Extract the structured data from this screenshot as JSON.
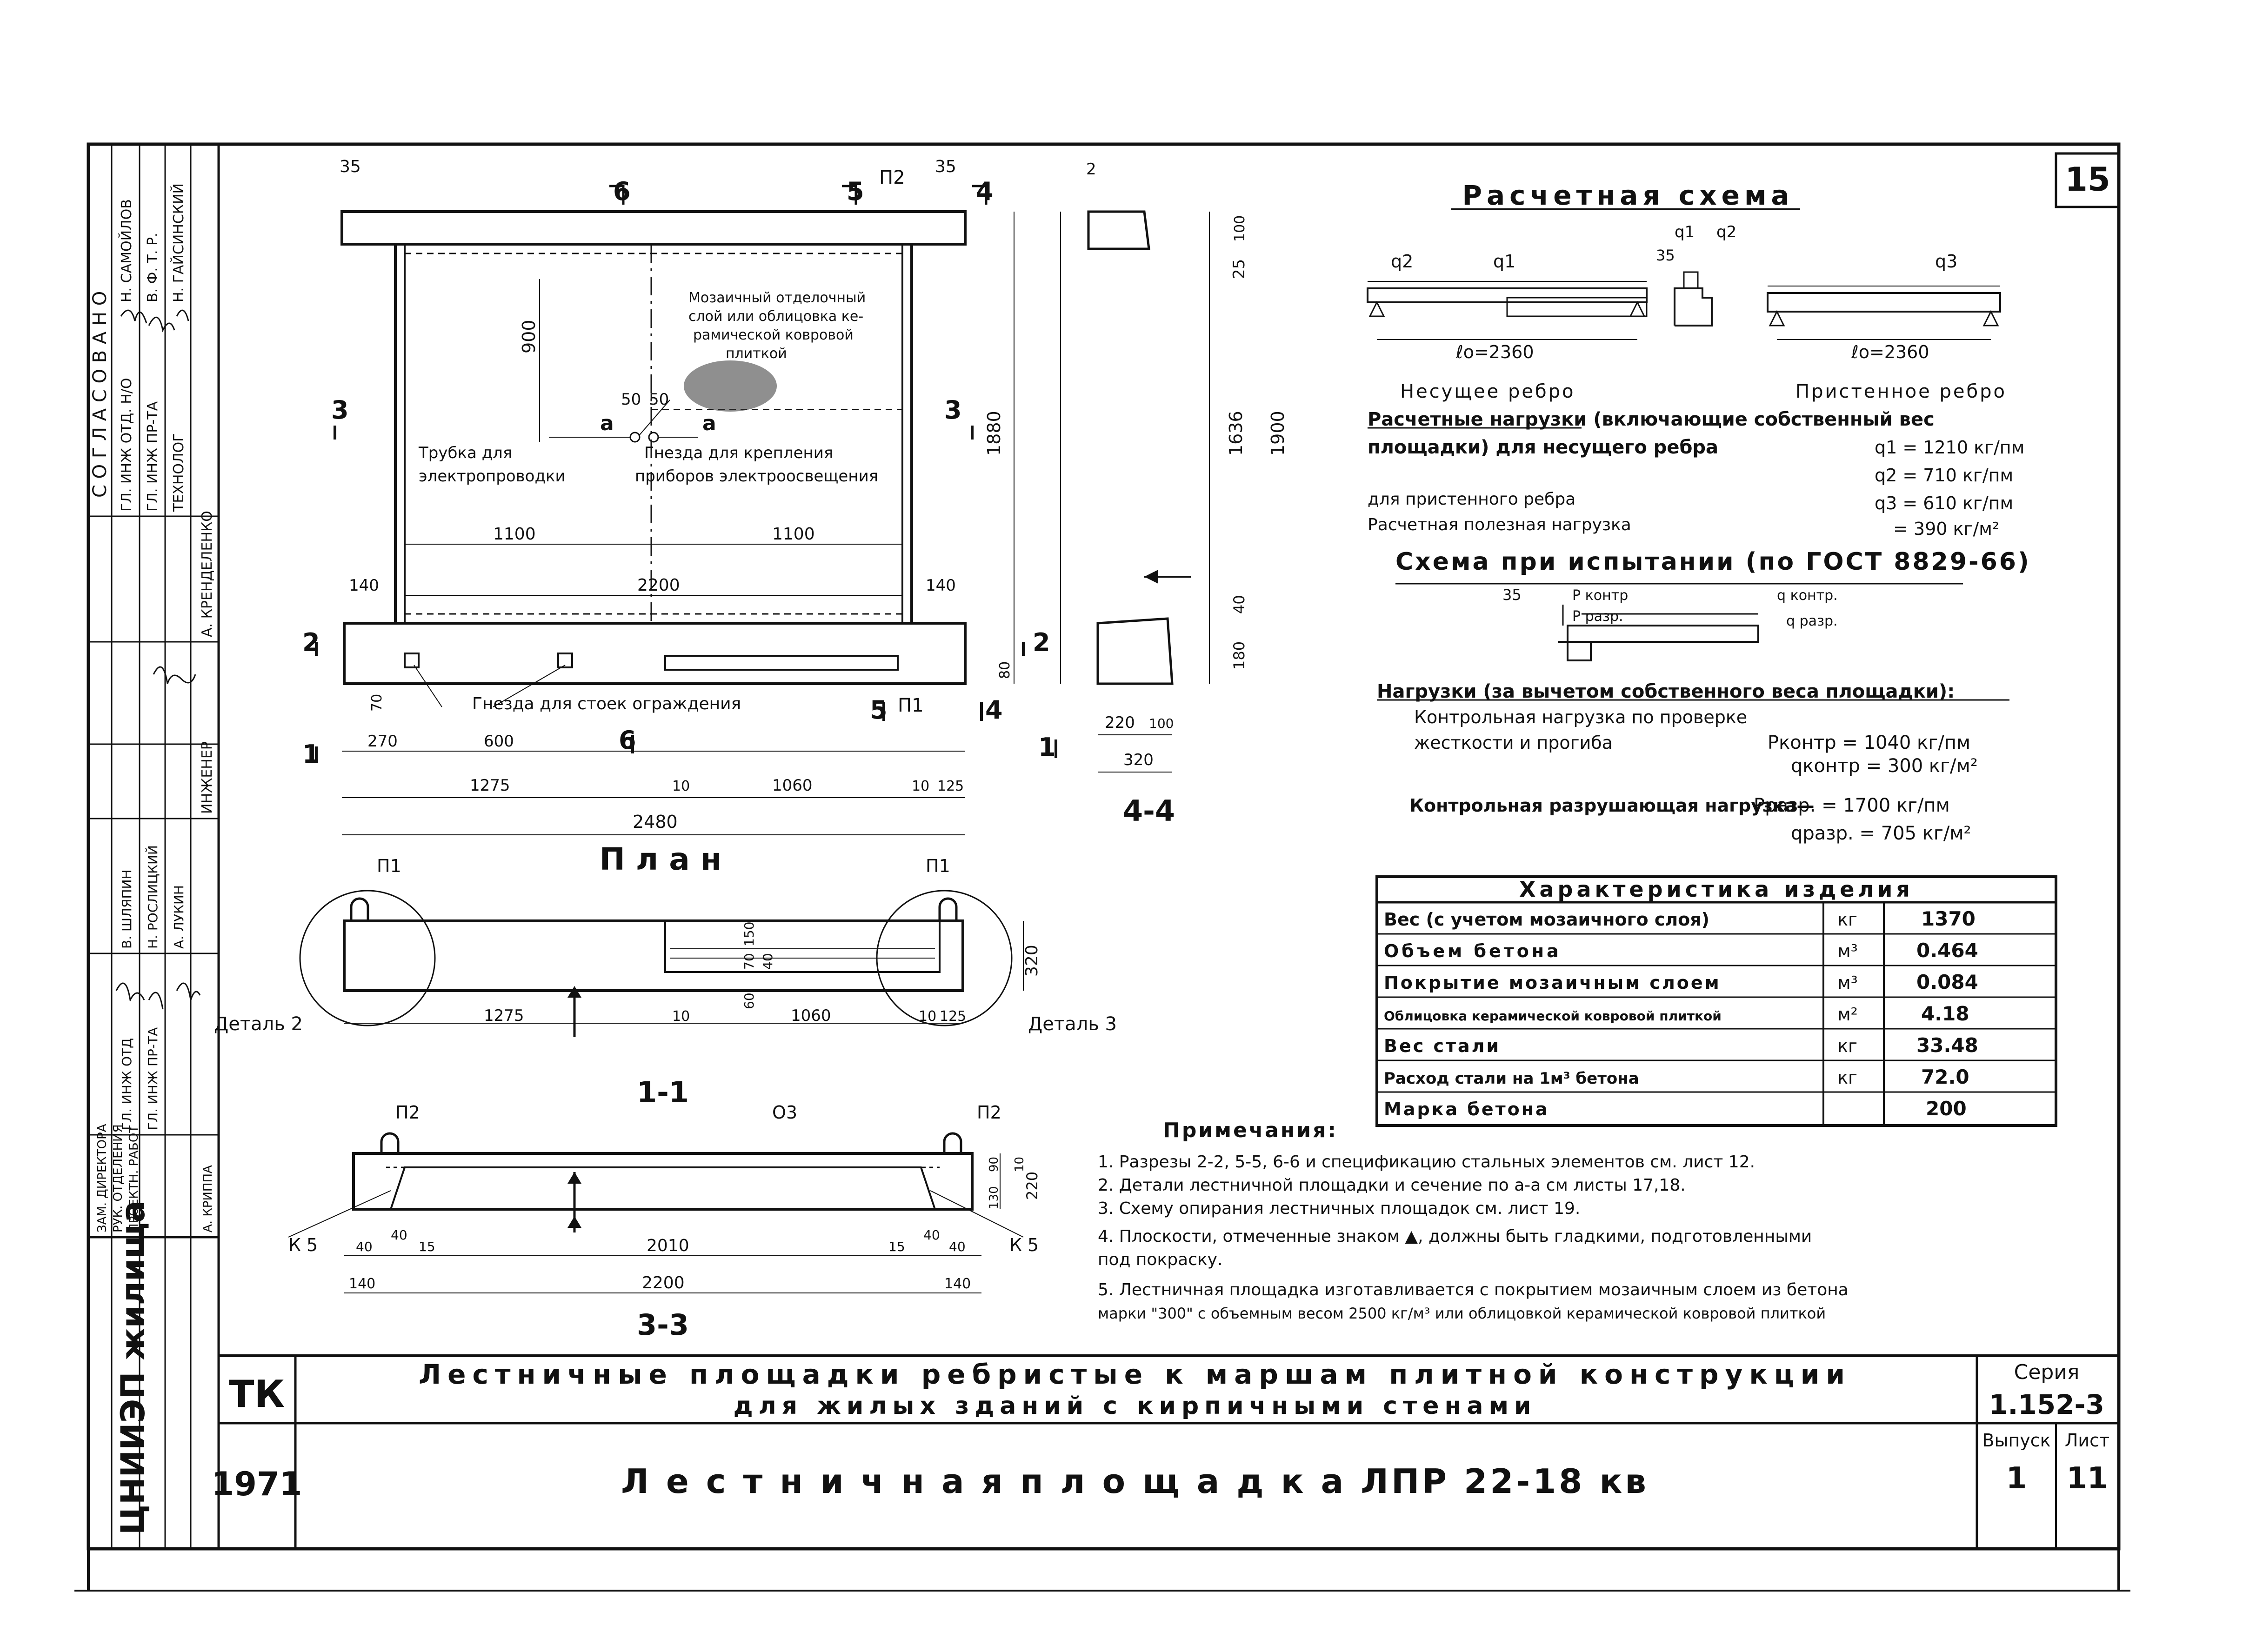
{
  "sheet": {
    "number": "15"
  },
  "side_approvals": {
    "top_caption": "С О Г Л А С О В А Н О",
    "positions": [
      "ГЛ. ИНЖ ОТД. Н/О",
      "ГЛ. ИНЖ ПР-ТА",
      "ТЕХНОЛОГ"
    ],
    "names": [
      "Н. САМОЙЛОВ",
      "В. Ф. Т. Р.",
      "Н. ГАЙСИНСКИЙ"
    ],
    "other_entries": [
      "А. КРЕНДЕЛЕНКО",
      "ИНЖЕНЕР",
      "В. ШЛЯПИН",
      "Н. РОСЛИЦКИЙ",
      "ГЛ. ИНЖ ОТД",
      "ГЛ. ИНЖ ПР-ТА",
      "А. ЛУКИН",
      "ЗАМ. ДИРЕКТОРА",
      "РУК. ОТДЕЛЕНИЯ",
      "ПРОЕКТН. РАБОТ",
      "А. КРИППА"
    ],
    "institute": "ЦНИИЭП жилища"
  },
  "plan": {
    "caption": "П л а н",
    "cut_labels": [
      "6",
      "5",
      "4",
      "3",
      "2",
      "1",
      "4",
      "5",
      "6",
      "1",
      "2",
      "3"
    ],
    "marker_p2": "П2",
    "marker_p1": "П1",
    "dims_top": [
      "35",
      "35"
    ],
    "dim_900": "900",
    "dim_1100_left": "1100",
    "dim_1100_right": "1100",
    "dim_2200": "2200",
    "dim_140_left": "140",
    "dim_140_right": "140",
    "dim_1880": "1880",
    "dim_1636": "1636",
    "dim_1900": "1900",
    "dim_270": "270",
    "dim_600": "600",
    "dim_1275": "1275",
    "dim_10a": "10",
    "dim_1060": "1060",
    "dim_10b": "10",
    "dim_125": "125",
    "dim_2480": "2480",
    "dim_50a": "50",
    "dim_50b": "50",
    "dim_a1": "а",
    "dim_a2": "а",
    "note_mosaic_1": "Мозаичный отделочный",
    "note_mosaic_2": "слой или облицовка ке-",
    "note_mosaic_3": "рамической ковровой",
    "note_mosaic_4": "плиткой",
    "label_tube_1": "Трубка     для",
    "label_tube_2": "электропроводки",
    "label_sockets_1": "Гнезда для крепления",
    "label_sockets_2": "приборов электроосвещения",
    "label_rail": "Гнезда для стоек ограждения",
    "dim_70": "70",
    "dim_80": "80"
  },
  "section_44": {
    "caption": "4-4",
    "dim_25": "25",
    "dim_100": "100",
    "dim_40": "40",
    "dim_180": "180",
    "dim_220": "220",
    "dim_100b": "100",
    "dim_320": "320",
    "dim_2": "2"
  },
  "section_11": {
    "caption": "1-1",
    "detail_left": "Деталь 2",
    "detail_right": "Деталь 3",
    "marker_left": "П1",
    "marker_right": "П1",
    "dim_1275": "1275",
    "dim_10a": "10",
    "dim_1060": "1060",
    "dim_10b": "10",
    "dim_125": "125",
    "dim_150": "150",
    "dim_70": "70",
    "dim_40": "40",
    "dim_60": "60",
    "dim_320": "320"
  },
  "section_33": {
    "caption": "3-3",
    "marker_left": "П2",
    "marker_right": "П2",
    "marker_mid": "О3",
    "k_left": "К 5",
    "k_right": "К 5",
    "dim_40a": "40",
    "dim_40b": "40",
    "dim_15a": "15",
    "dim_2010": "2010",
    "dim_15b": "15",
    "dim_40c": "40",
    "dim_140a": "140",
    "dim_2200": "2200",
    "dim_140b": "140",
    "dim_130": "130",
    "dim_90": "90",
    "dim_220": "220",
    "dim_40d": "40",
    "dim_10": "10"
  },
  "calc": {
    "title": "Расчетная схема",
    "q2": "q2",
    "q1": "q1",
    "q1b": "q1",
    "q2b": "q2",
    "q3": "q3",
    "dim_35": "35",
    "span_left": "ℓо=2360",
    "span_right": "ℓо=2360",
    "label_bearing": "Несущее ребро",
    "label_wall": "Пристенное ребро",
    "loads_head_1": "Расчетные нагрузки (включающие собственный вес",
    "loads_head_2": "площадки) для несущего ребра",
    "load_q1": "q1 = 1210 кг/пм",
    "load_q2": "q2 =  710 кг/пм",
    "load_wall_label": "для пристенного ребра",
    "load_q3": "q3 =  610 кг/пм",
    "load_useful_label": "Расчетная полезная нагрузка",
    "load_useful": "= 390 кг/м²",
    "test_title": "Схема при испытании (по ГОСТ 8829-66)",
    "test_35": "35",
    "p_contr": "P контр",
    "p_razr": "P разр.",
    "q_contr": "q контр.",
    "q_razr": "q разр.",
    "test_loads_head": "Нагрузки (за вычетом собственного веса площадки):",
    "test_ctrl_1": "Контрольная нагрузка по проверке",
    "test_ctrl_2": "жесткости и прогиба",
    "p_ctrl_val": "Pконтр = 1040 кг/пм",
    "q_ctrl_val": "qконтр = 300 кг/м²",
    "break_label": "Контрольная разрушающая нагрузка—",
    "p_break_val": "Pразр. = 1700 кг/пм",
    "q_break_val": "qразр. = 705 кг/м²"
  },
  "characteristics": {
    "title": "Характеристика изделия",
    "rows": [
      {
        "name": "Вес (с учетом мозаичного слоя)",
        "unit": "кг",
        "value": "1370"
      },
      {
        "name": "Объем бетона",
        "unit": "м³",
        "value": "0.464"
      },
      {
        "name": "Покрытие мозаичным слоем",
        "unit": "м³",
        "value": "0.084"
      },
      {
        "name": "Облицовка керамической ковровой плиткой",
        "unit": "м²",
        "value": "4.18"
      },
      {
        "name": "Вес стали",
        "unit": "кг",
        "value": "33.48"
      },
      {
        "name": "Расход стали на 1м³ бетона",
        "unit": "кг",
        "value": "72.0"
      },
      {
        "name": "Марка бетона",
        "unit": "",
        "value": "200"
      }
    ]
  },
  "notes": {
    "title": "Примечания:",
    "items": [
      "1. Разрезы 2-2, 5-5, 6-6 и спецификацию стальных элементов см. лист 12.",
      "2. Детали лестничной площадки и сечение по а-а см листы 17,18.",
      "3. Схему опирания лестничных площадок см. лист 19.",
      "4. Плоскости, отмеченные знаком ▲, должны быть гладкими, подготовленными",
      "    под покраску.",
      "5. Лестничная площадка изготавливается с покрытием мозаичным слоем из бетона",
      "    марки \"300\" с объемным весом 2500 кг/м³ или облицовкой керамической ковровой плиткой"
    ]
  },
  "title_block": {
    "tk": "ТК",
    "year": "1971",
    "title_line1": "Лестничные площадки ребристые к маршам плитной конструкции",
    "title_line2": "для жилых зданий с кирпичными стенами",
    "product": "Л е с т н и ч н а я       п л о щ а д к а     ЛПР 22-18 кв",
    "series_label": "Серия",
    "series_value": "1.152-3",
    "issue_label": "Выпуск",
    "issue_value": "1",
    "sheet_label": "Лист",
    "sheet_value": "11"
  }
}
